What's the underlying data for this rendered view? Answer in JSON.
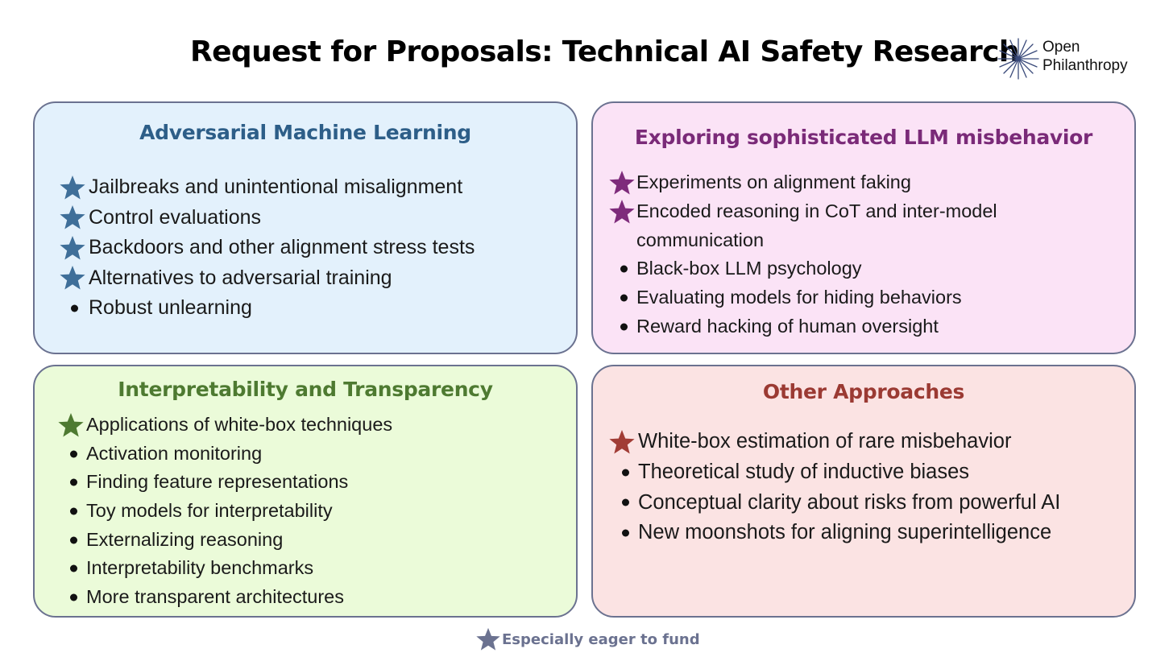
{
  "title": "Request for Proposals: Technical AI Safety Research",
  "logo": {
    "line1": "Open",
    "line2": "Philanthropy"
  },
  "colors": {
    "box1_bg": "#e3f1fc",
    "box1_accent": "#3f6f99",
    "box2_bg": "#fbe3f6",
    "box2_accent": "#7e2b7b",
    "box3_bg": "#ebfbd9",
    "box3_accent": "#4e7a31",
    "box4_bg": "#fbe3e3",
    "box4_accent": "#a13c35",
    "border": "#6b7290",
    "legend": "#6b7290"
  },
  "boxes": [
    {
      "heading": "Adversarial Machine Learning",
      "items": [
        {
          "text": "Jailbreaks and unintentional misalignment",
          "marker": "star-icon"
        },
        {
          "text": "Control evaluations",
          "marker": "star-icon"
        },
        {
          "text": "Backdoors and other alignment stress tests",
          "marker": "star-icon"
        },
        {
          "text": "Alternatives to adversarial training",
          "marker": "star-icon"
        },
        {
          "text": "Robust unlearning",
          "marker": "bullet"
        }
      ]
    },
    {
      "heading": "Exploring sophisticated LLM misbehavior",
      "items": [
        {
          "text": "Experiments on alignment faking",
          "marker": "star-icon"
        },
        {
          "text": "Encoded reasoning in CoT and inter-model",
          "marker": "star-icon"
        },
        {
          "text": "communication",
          "marker": "none"
        },
        {
          "text": "Black-box LLM psychology",
          "marker": "bullet"
        },
        {
          "text": "Evaluating models for hiding behaviors",
          "marker": "bullet"
        },
        {
          "text": "Reward hacking of human oversight",
          "marker": "bullet"
        }
      ]
    },
    {
      "heading": "Interpretability and Transparency",
      "items": [
        {
          "text": "Applications of white-box techniques",
          "marker": "star-icon"
        },
        {
          "text": "Activation monitoring",
          "marker": "bullet"
        },
        {
          "text": "Finding feature representations",
          "marker": "bullet"
        },
        {
          "text": "Toy models for interpretability",
          "marker": "bullet"
        },
        {
          "text": "Externalizing reasoning",
          "marker": "bullet"
        },
        {
          "text": "Interpretability benchmarks",
          "marker": "bullet"
        },
        {
          "text": "More transparent architectures",
          "marker": "bullet"
        }
      ]
    },
    {
      "heading": "Other Approaches",
      "items": [
        {
          "text": "White-box estimation of rare misbehavior",
          "marker": "star-icon"
        },
        {
          "text": "Theoretical study of inductive biases",
          "marker": "bullet"
        },
        {
          "text": "Conceptual clarity about risks from powerful AI",
          "marker": "bullet"
        },
        {
          "text": "New moonshots for aligning superintelligence",
          "marker": "bullet"
        }
      ]
    }
  ],
  "legend": {
    "text": "Especially eager to fund",
    "icon": "star-icon"
  }
}
